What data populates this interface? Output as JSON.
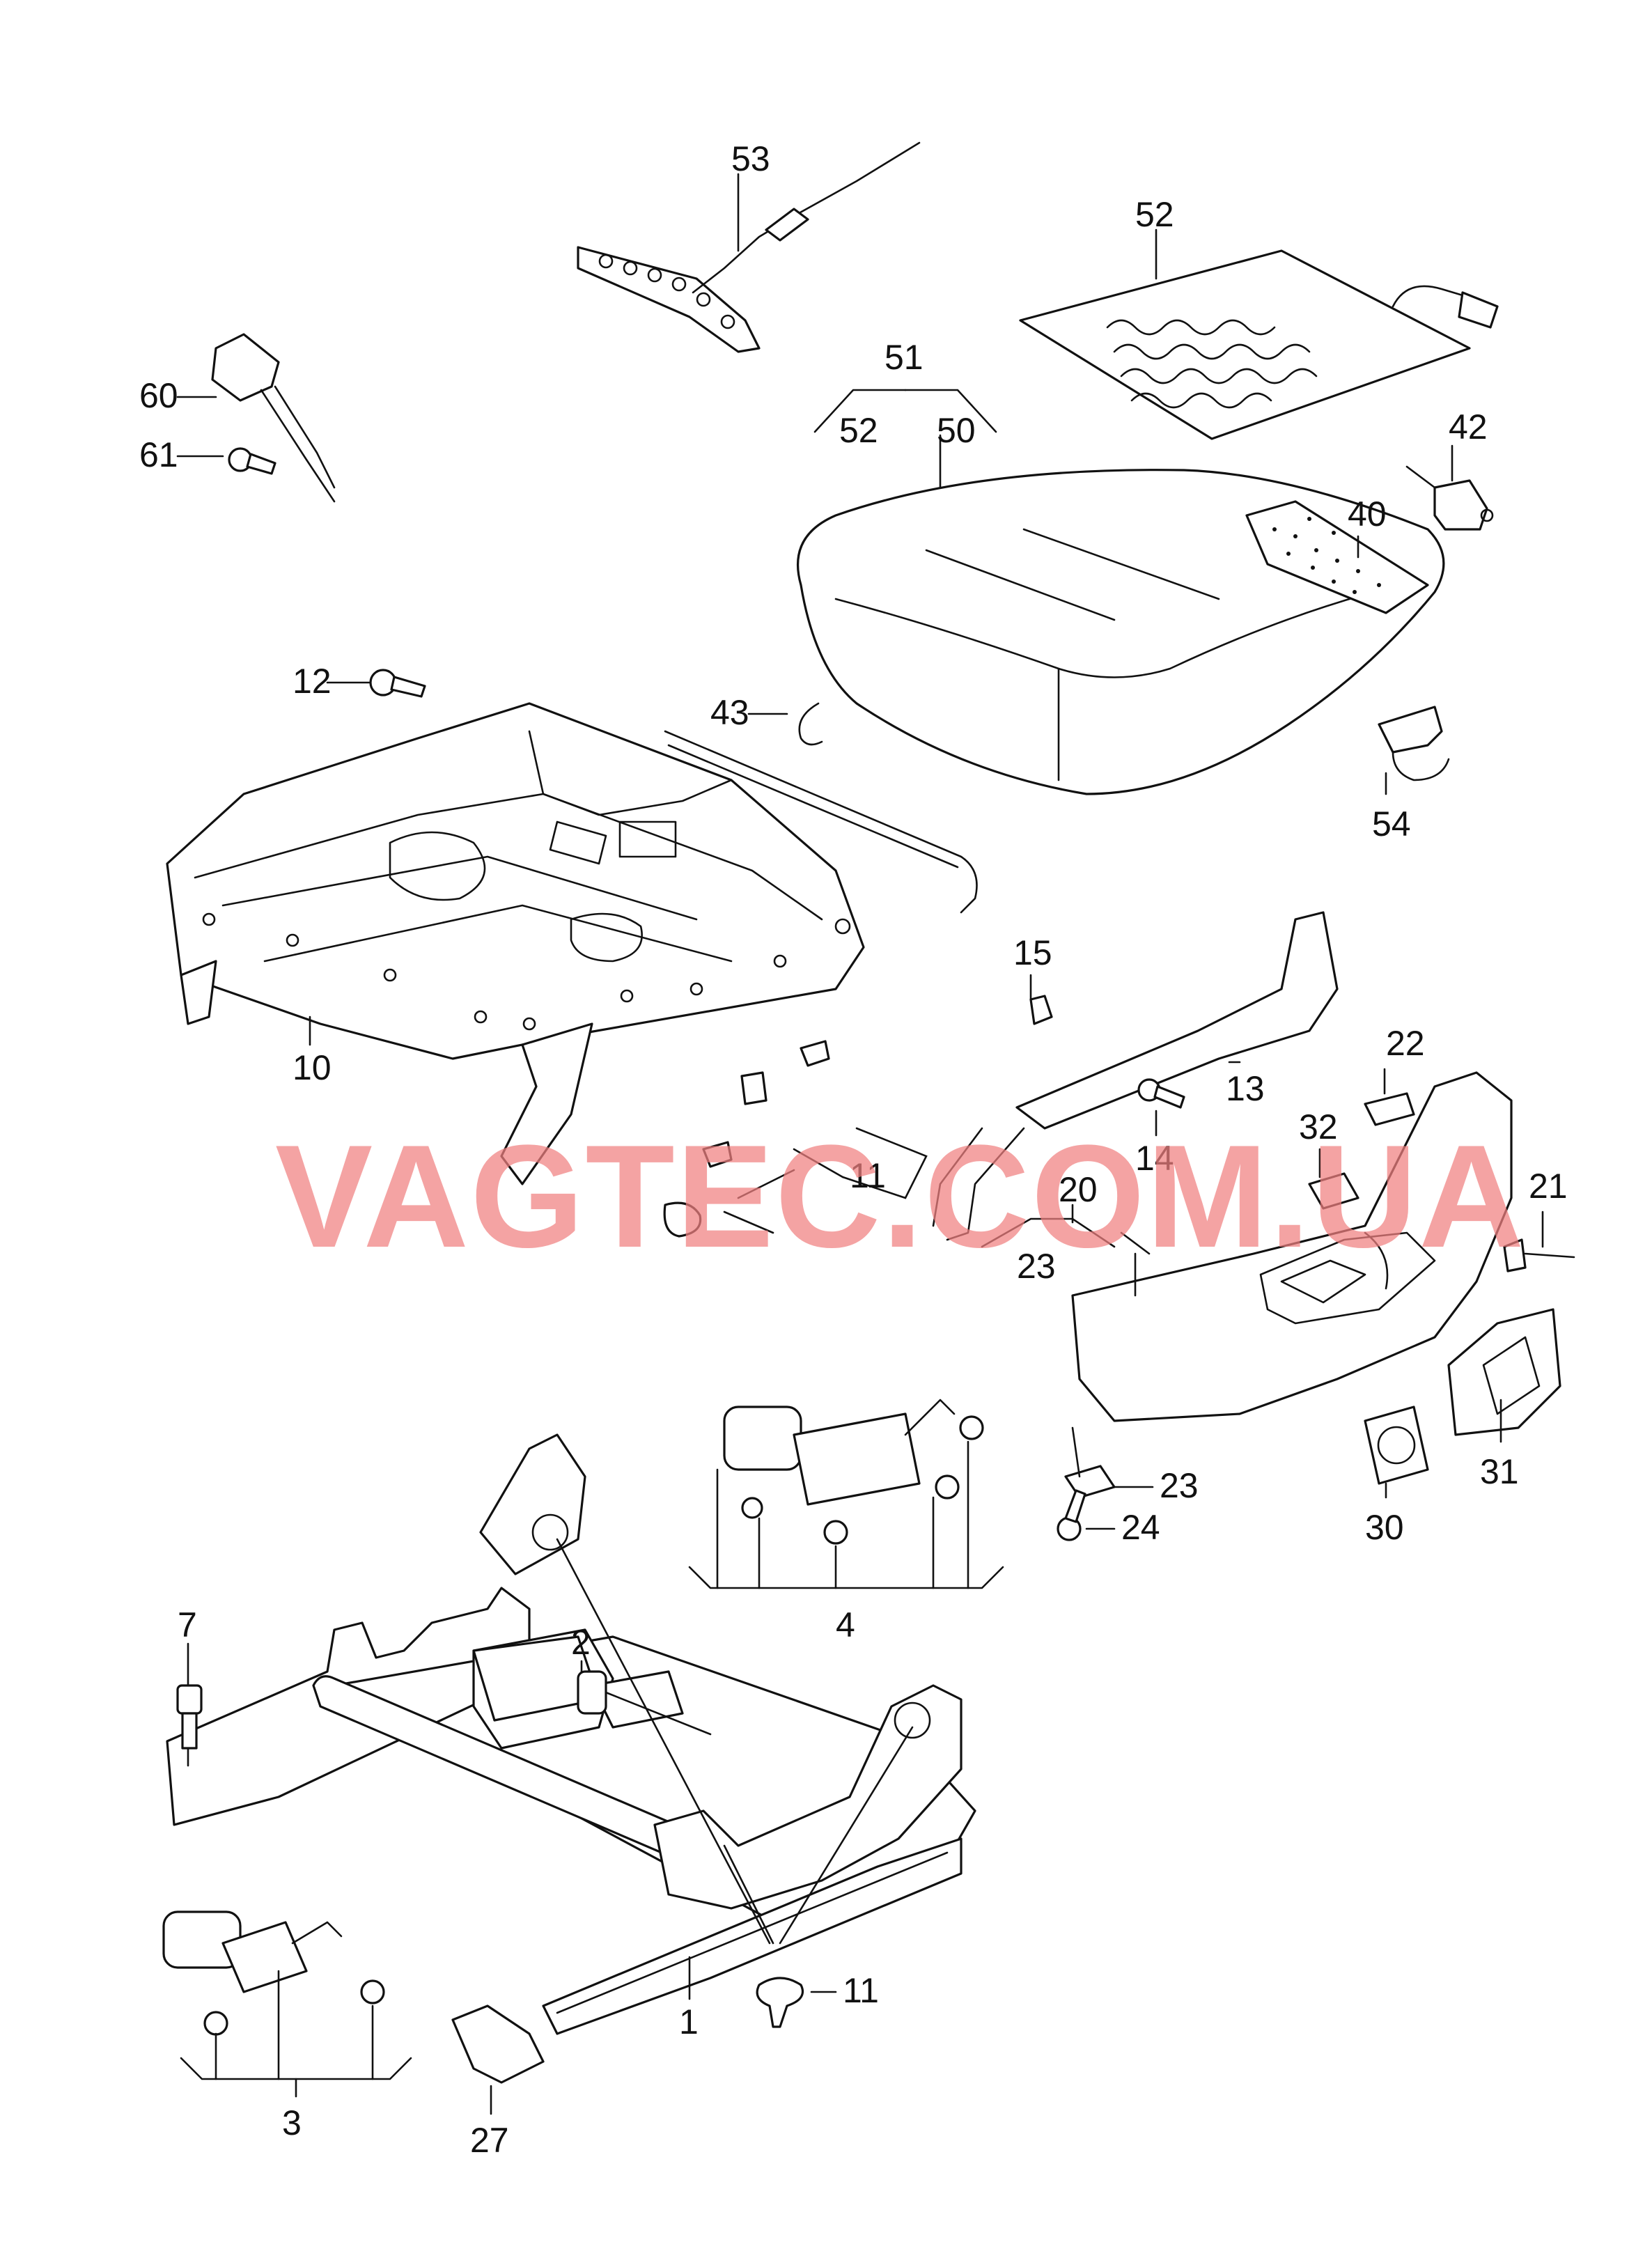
{
  "watermark": {
    "text": "VAGTEC.COM.UA",
    "color": "#f08080"
  },
  "callouts": {
    "c53": "53",
    "c52a": "52",
    "c51": "51",
    "c52b": "52",
    "c50": "50",
    "c60": "60",
    "c61": "61",
    "c42": "42",
    "c40": "40",
    "c12": "12",
    "c43": "43",
    "c54": "54",
    "c15": "15",
    "c10": "10",
    "c13": "13",
    "c22": "22",
    "c32": "32",
    "c11a": "11",
    "c14": "14",
    "c20": "20",
    "c21": "21",
    "c23a": "23",
    "c23b": "23",
    "c31": "31",
    "c24": "24",
    "c30": "30",
    "c4": "4",
    "c7": "7",
    "c2": "2",
    "c11b": "11",
    "c1": "1",
    "c3": "3",
    "c27": "27"
  }
}
